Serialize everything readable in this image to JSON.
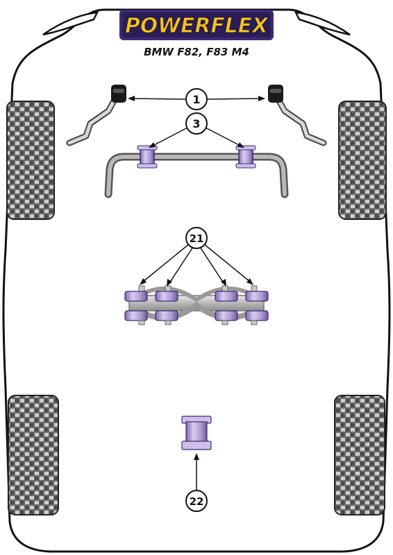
{
  "header": {
    "brand": "POWERFLEX",
    "subtitle": "BMW F82, F83 M4"
  },
  "callouts": [
    {
      "id": "callout-1",
      "label": "1"
    },
    {
      "id": "callout-3",
      "label": "3"
    },
    {
      "id": "callout-21",
      "label": "21"
    },
    {
      "id": "callout-22",
      "label": "22"
    }
  ],
  "colors": {
    "outline": "#111111",
    "bushing_purple": "#b9a6da",
    "bushing_light": "#ddd3ee",
    "bushing_dark": "#6e5b94",
    "metal_gray": "#a9a9a9",
    "metal_light": "#e3e3e3",
    "tire_dark": "#5a5a5a",
    "logo_yellow": "#f2c31b",
    "logo_purple": "#3d2a73"
  }
}
